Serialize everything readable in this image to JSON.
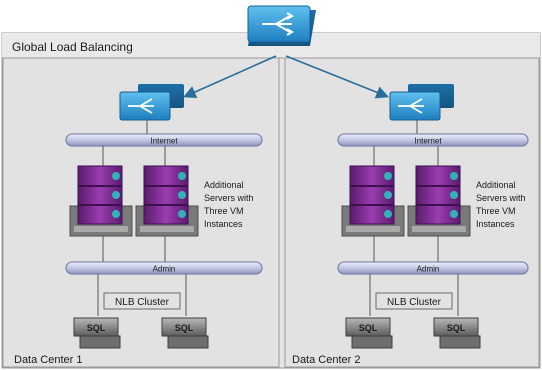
{
  "global_label": "Global Load Balancing",
  "datacenters": [
    {
      "name": "Data Center 1",
      "internet_label": "Internet",
      "admin_label": "Admin",
      "servers_note": [
        "Additional",
        "Servers with",
        "Three VM",
        "Instances"
      ],
      "cluster_label": "NLB Cluster",
      "sql_labels": [
        "SQL",
        "SQL"
      ]
    },
    {
      "name": "Data Center 2",
      "internet_label": "Internet",
      "admin_label": "Admin",
      "servers_note": [
        "Additional",
        "Servers with",
        "Three VM",
        "Instances"
      ],
      "cluster_label": "NLB Cluster",
      "sql_labels": [
        "SQL",
        "SQL"
      ]
    }
  ],
  "colors": {
    "background": "#e4e4e4",
    "panel_border": "#9a9a9a",
    "balancer": "#2a8fd0",
    "bus": "#c9cde6",
    "vm_purple": "#7b2b8f",
    "vm_teal": "#34b0b8",
    "server_gray": "#8c8c8c",
    "arrow": "#2a6f9b"
  },
  "icons": [
    "load-balancer-icon",
    "server-rack-icon",
    "sql-server-icon",
    "arrow-icon"
  ]
}
